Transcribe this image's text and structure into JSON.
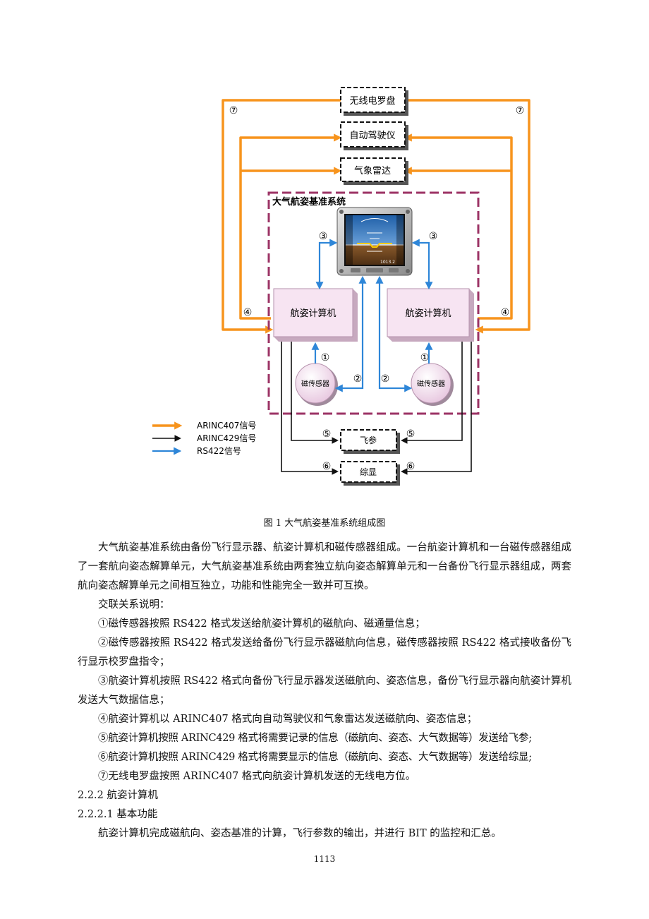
{
  "diagram": {
    "top_boxes": [
      "无线电罗盘",
      "自动驾驶仪",
      "气象雷达"
    ],
    "system_title": "大气航姿基准系统",
    "display_readout": "1013.2",
    "computer_left": "航姿计算机",
    "computer_right": "航姿计算机",
    "sensor_left": "磁传感器",
    "sensor_right": "磁传感器",
    "bottom_boxes": [
      "飞参",
      "综显"
    ],
    "markers": [
      "⑦",
      "⑦",
      "③",
      "③",
      "④",
      "④",
      "①",
      "①",
      "②",
      "②",
      "⑤",
      "⑤",
      "⑥",
      "⑥"
    ],
    "legend": [
      {
        "label": "ARINC407信号",
        "color": "#f7941d"
      },
      {
        "label": "ARINC429信号",
        "color": "#111111"
      },
      {
        "label": "RS422信号",
        "color": "#2e86d8"
      }
    ],
    "colors": {
      "boundary": "#9c3365",
      "computer_fill": "#f7e4f2"
    }
  },
  "caption": "图 1    大气航姿基准系统组成图",
  "paragraphs": [
    "大气航姿基准系统由备份飞行显示器、航姿计算机和磁传感器组成。一台航姿计算机和一台磁传感器组成了一套航向姿态解算单元，大气航姿基准系统由两套独立航向姿态解算单元和一台备份飞行显示器组成，两套航向姿态解算单元之间相互独立，功能和性能完全一致并可互换。",
    "交联关系说明：",
    "①磁传感器按照 RS422 格式发送给航姿计算机的磁航向、磁通量信息；",
    "②磁传感器按照 RS422 格式发送给备份飞行显示器磁航向信息，磁传感器按照 RS422 格式接收备份飞行显示校罗盘指令；",
    "③航姿计算机按照 RS422 格式向备份飞行显示器发送磁航向、姿态信息，备份飞行显示器向航姿计算机发送大气数据信息；",
    "④航姿计算机以 ARINC407 格式向自动驾驶仪和气象雷达发送磁航向、姿态信息；",
    "⑤航姿计算机按照 ARINC429 格式将需要记录的信息（磁航向、姿态、大气数据等）发送给飞参;",
    "⑥航姿计算机按照 ARINC429 格式将需要显示的信息（磁航向、姿态、大气数据等）发送给综显;",
    "⑦无线电罗盘按照 ARINC407 格式向航姿计算机发送的无线电方位。"
  ],
  "heading_222": "2.2.2    航姿计算机",
  "heading_2221": "2.2.2.1    基本功能",
  "last_paragraph": "航姿计算机完成磁航向、姿态基准的计算，飞行参数的输出，并进行 BIT 的监控和汇总。",
  "page_number": "1113"
}
